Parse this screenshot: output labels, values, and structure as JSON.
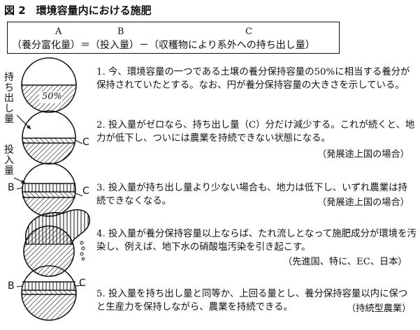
{
  "figure": {
    "title": "図 2　環境容量内における施肥",
    "formula": {
      "labels": [
        "A",
        "B",
        "C"
      ],
      "text": "（養分富化量）＝（投入量）－（収穫物により系外への持ち出し量）"
    },
    "side_labels": {
      "carry_out": "持ち出し量",
      "input": "投入量",
      "b": "B",
      "c": "C"
    },
    "circle1_percent": "50%",
    "items": [
      {
        "num": "1.",
        "text": "今、環境容量の一つである土壌の養分保持容量の50%に相当する養分が保持されていたとする。なお、円が養分保持容量の大きさを示している。",
        "note": ""
      },
      {
        "num": "2.",
        "text": "投入量がゼロなら、持ち出し量（C）分だけ減少する。これが続くと、地力が低下し、ついには農業を持続できない状態になる。",
        "note": "（発展途上国の場合）"
      },
      {
        "num": "3.",
        "text": "投入量が持ち出し量より少ない場合も、地力は低下し、いずれ農業は持続できなくなる。",
        "note": "（発展途上国の場合）"
      },
      {
        "num": "4.",
        "text": "投入量が養分保持容量以上ならば、たれ流しとなって施肥成分が環境を汚染し、例えば、地下水の硝酸塩汚染を引き起こす。",
        "note": "（先進国、特に、EC、日本）"
      },
      {
        "num": "5.",
        "text": "投入量を持ち出し量と同等か、上回る量とし、養分保持容量以内に保つと生産力を保持しながら、農業を持続できる。",
        "note": "（持続型農業）"
      }
    ]
  }
}
